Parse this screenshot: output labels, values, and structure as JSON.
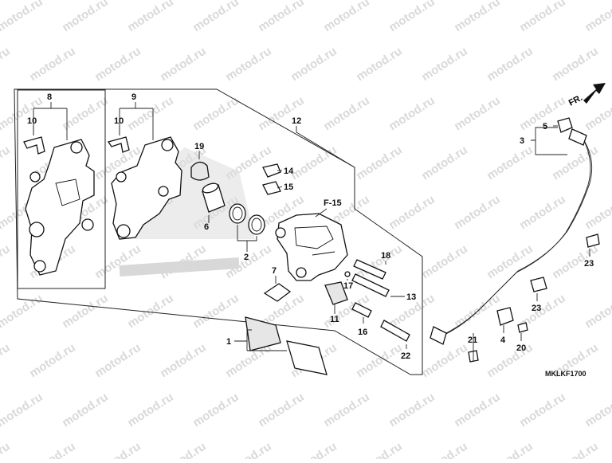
{
  "watermark": {
    "text": "motod.ru"
  },
  "diagram_code": "MKLKF1700",
  "direction_label": "FR.",
  "ref_label": "F-15",
  "callouts": {
    "c1": "1",
    "c2": "2",
    "c3": "3",
    "c4": "4",
    "c5": "5",
    "c6": "6",
    "c7": "7",
    "c8": "8",
    "c9": "9",
    "c10a": "10",
    "c10b": "10",
    "c11": "11",
    "c12": "12",
    "c13": "13",
    "c14": "14",
    "c15": "15",
    "c16": "16",
    "c17": "17",
    "c18": "18",
    "c19": "19",
    "c20": "20",
    "c21": "21",
    "c22": "22",
    "c23a": "23",
    "c23b": "23"
  },
  "colors": {
    "line": "#111111",
    "watermark": "#d9d9d9",
    "emblem": "#dcdcdc"
  }
}
